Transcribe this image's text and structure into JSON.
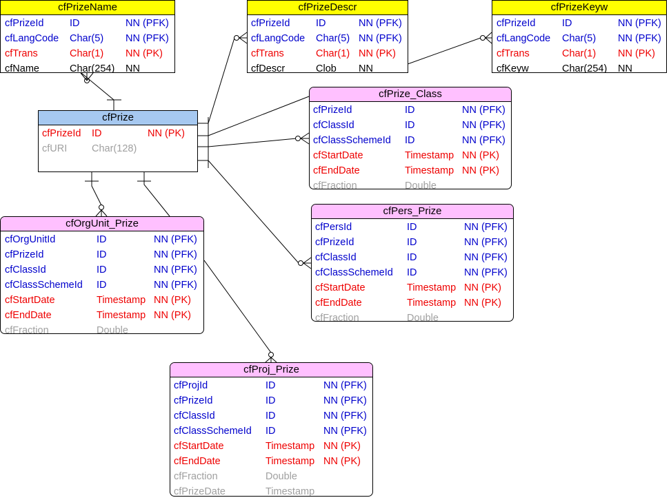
{
  "entities": {
    "cfPrizeName": {
      "title": "cfPrizeName",
      "rows": [
        {
          "name": "cfPrizeId",
          "type": "ID",
          "null": "NN (PFK)",
          "kind": "fk"
        },
        {
          "name": "cfLangCode",
          "type": "Char(5)",
          "null": "NN (PFK)",
          "kind": "fk"
        },
        {
          "name": "cfTrans",
          "type": "Char(1)",
          "null": "NN (PK)",
          "kind": "pk"
        },
        {
          "name": "cfName",
          "type": "Char(254)",
          "null": "NN",
          "kind": "na"
        }
      ]
    },
    "cfPrizeDescr": {
      "title": "cfPrizeDescr",
      "rows": [
        {
          "name": "cfPrizeId",
          "type": "ID",
          "null": "NN (PFK)",
          "kind": "fk"
        },
        {
          "name": "cfLangCode",
          "type": "Char(5)",
          "null": "NN (PFK)",
          "kind": "fk"
        },
        {
          "name": "cfTrans",
          "type": "Char(1)",
          "null": "NN (PK)",
          "kind": "pk"
        },
        {
          "name": "cfDescr",
          "type": "Clob",
          "null": "NN",
          "kind": "na"
        }
      ]
    },
    "cfPrizeKeyw": {
      "title": "cfPrizeKeyw",
      "rows": [
        {
          "name": "cfPrizeId",
          "type": "ID",
          "null": "NN (PFK)",
          "kind": "fk"
        },
        {
          "name": "cfLangCode",
          "type": "Char(5)",
          "null": "NN (PFK)",
          "kind": "fk"
        },
        {
          "name": "cfTrans",
          "type": "Char(1)",
          "null": "NN (PK)",
          "kind": "pk"
        },
        {
          "name": "cfKeyw",
          "type": "Char(254)",
          "null": "NN",
          "kind": "na"
        }
      ]
    },
    "cfPrize": {
      "title": "cfPrize",
      "rows": [
        {
          "name": "cfPrizeId",
          "type": "ID",
          "null": "NN (PK)",
          "kind": "pk"
        },
        {
          "name": "cfURI",
          "type": "Char(128)",
          "null": "",
          "kind": "opt"
        }
      ]
    },
    "cfPrize_Class": {
      "title": "cfPrize_Class",
      "rows": [
        {
          "name": "cfPrizeId",
          "type": "ID",
          "null": "NN (PFK)",
          "kind": "fk"
        },
        {
          "name": "cfClassId",
          "type": "ID",
          "null": "NN (PFK)",
          "kind": "fk"
        },
        {
          "name": "cfClassSchemeId",
          "type": "ID",
          "null": "NN (PFK)",
          "kind": "fk"
        },
        {
          "name": "cfStartDate",
          "type": "Timestamp",
          "null": "NN (PK)",
          "kind": "pk"
        },
        {
          "name": "cfEndDate",
          "type": "Timestamp",
          "null": "NN (PK)",
          "kind": "pk"
        },
        {
          "name": "cfFraction",
          "type": "Double",
          "null": "",
          "kind": "opt"
        }
      ]
    },
    "cfPers_Prize": {
      "title": "cfPers_Prize",
      "rows": [
        {
          "name": "cfPersId",
          "type": "ID",
          "null": "NN (PFK)",
          "kind": "fk"
        },
        {
          "name": "cfPrizeId",
          "type": "ID",
          "null": "NN (PFK)",
          "kind": "fk"
        },
        {
          "name": "cfClassId",
          "type": "ID",
          "null": "NN (PFK)",
          "kind": "fk"
        },
        {
          "name": "cfClassSchemeId",
          "type": "ID",
          "null": "NN (PFK)",
          "kind": "fk"
        },
        {
          "name": "cfStartDate",
          "type": "Timestamp",
          "null": "NN (PK)",
          "kind": "pk"
        },
        {
          "name": "cfEndDate",
          "type": "Timestamp",
          "null": "NN (PK)",
          "kind": "pk"
        },
        {
          "name": "cfFraction",
          "type": "Double",
          "null": "",
          "kind": "opt"
        }
      ]
    },
    "cfOrgUnit_Prize": {
      "title": "cfOrgUnit_Prize",
      "rows": [
        {
          "name": "cfOrgUnitId",
          "type": "ID",
          "null": "NN (PFK)",
          "kind": "fk"
        },
        {
          "name": "cfPrizeId",
          "type": "ID",
          "null": "NN (PFK)",
          "kind": "fk"
        },
        {
          "name": "cfClassId",
          "type": "ID",
          "null": "NN (PFK)",
          "kind": "fk"
        },
        {
          "name": "cfClassSchemeId",
          "type": "ID",
          "null": "NN (PFK)",
          "kind": "fk"
        },
        {
          "name": "cfStartDate",
          "type": "Timestamp",
          "null": "NN (PK)",
          "kind": "pk"
        },
        {
          "name": "cfEndDate",
          "type": "Timestamp",
          "null": "NN (PK)",
          "kind": "pk"
        },
        {
          "name": "cfFraction",
          "type": "Double",
          "null": "",
          "kind": "opt"
        }
      ]
    },
    "cfProj_Prize": {
      "title": "cfProj_Prize",
      "rows": [
        {
          "name": "cfProjId",
          "type": "ID",
          "null": "NN (PFK)",
          "kind": "fk"
        },
        {
          "name": "cfPrizeId",
          "type": "ID",
          "null": "NN (PFK)",
          "kind": "fk"
        },
        {
          "name": "cfClassId",
          "type": "ID",
          "null": "NN (PFK)",
          "kind": "fk"
        },
        {
          "name": "cfClassSchemeId",
          "type": "ID",
          "null": "NN (PFK)",
          "kind": "fk"
        },
        {
          "name": "cfStartDate",
          "type": "Timestamp",
          "null": "NN (PK)",
          "kind": "pk"
        },
        {
          "name": "cfEndDate",
          "type": "Timestamp",
          "null": "NN (PK)",
          "kind": "pk"
        },
        {
          "name": "cfFraction",
          "type": "Double",
          "null": "",
          "kind": "opt"
        },
        {
          "name": "cfPrizeDate",
          "type": "Timestamp",
          "null": "",
          "kind": "opt"
        }
      ]
    }
  },
  "colors": {
    "fk": "#0000cc",
    "pk": "#ee0000",
    "mandatory": "#000000",
    "optional": "#a0a0a0",
    "header_main": "#a6c8f0",
    "header_lang": "#ffff00",
    "header_link": "#ffc0ff"
  }
}
